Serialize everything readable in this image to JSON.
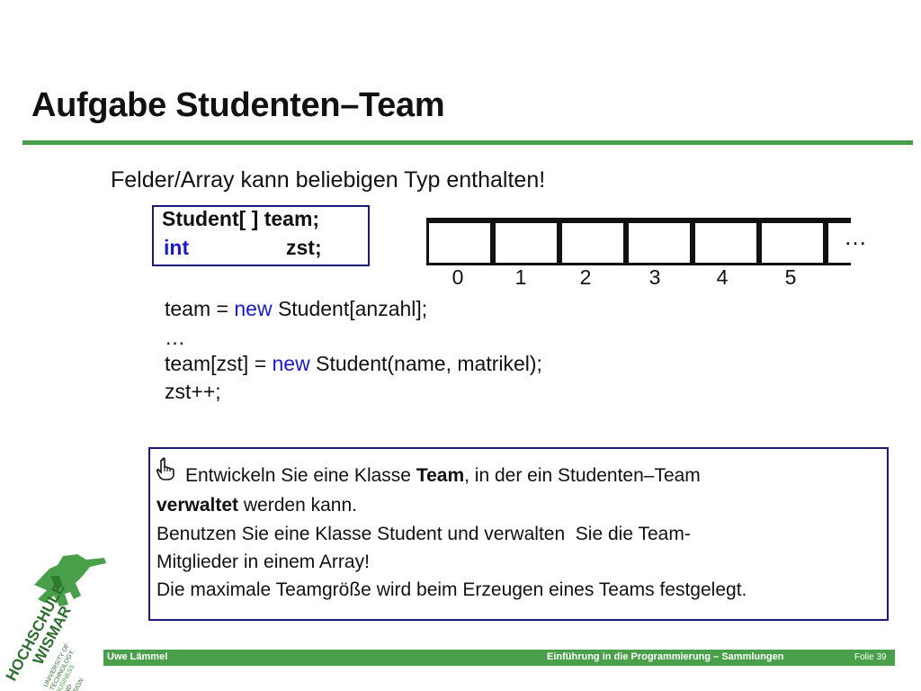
{
  "slide": {
    "title": "Aufgabe Studenten–Team",
    "intro": "Felder/Array kann beliebigen Typ enthalten!"
  },
  "declaration": {
    "line1": "Student[ ] team;",
    "line2_keyword": "int",
    "line2_var": "zst;"
  },
  "array": {
    "indices": [
      "0",
      "1",
      "2",
      "3",
      "4",
      "5"
    ],
    "ellipsis": "…"
  },
  "code": {
    "line1_pre": "team = ",
    "line1_kw": "new",
    "line1_post": " Student[anzahl];",
    "line2": "…",
    "line3_pre": "team[zst] = ",
    "line3_kw": "new",
    "line3_post": " Student(name, matrikel);",
    "line4": "zst++;"
  },
  "task": {
    "p1_pre": "Entwickeln Sie eine Klasse ",
    "p1_bold": "Team",
    "p1_post": ", in der ein Studenten–Team",
    "p2_bold": "verwaltet",
    "p2_post": " werden kann.",
    "p3": "Benutzen Sie eine Klasse Student und verwalten  Sie die Team-",
    "p4": "Mitglieder in einem Array!",
    "p5": "Die maximale Teamgröße wird beim Erzeugen eines Teams festgelegt."
  },
  "footer": {
    "author": "Uwe Lämmel",
    "course": "Einführung in die Programmierung – Sammlungen",
    "slide": "Folie 39"
  },
  "logo": {
    "line1": "HOCHSCHULE",
    "line2": "WISMAR",
    "sub1": "UNIVERSITY OF",
    "sub2": "TECHNOLOGY,",
    "sub3": "BUSINESS",
    "sub4": "AND",
    "sub5": "DESIGN"
  },
  "colors": {
    "accent_green": "#4aa04a",
    "box_border": "#1a1a7a",
    "keyword_blue": "#1a1acc"
  }
}
